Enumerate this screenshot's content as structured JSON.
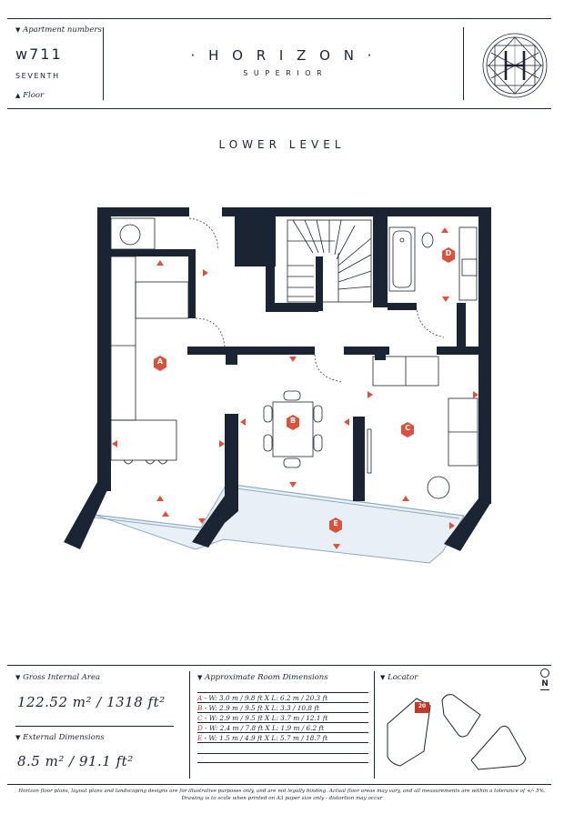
{
  "header": {
    "apartment_label": "Apartment numbers",
    "apartment_number": "w711",
    "floor_value": "SEVENTH",
    "floor_label": "Floor",
    "brand_name": "· H O R I Z O N ·",
    "brand_sub": "S U P E R I O R"
  },
  "plan": {
    "level_title": "LOWER LEVEL",
    "rooms": [
      "A",
      "B",
      "C",
      "D",
      "E"
    ],
    "accent_color": "#d9533c",
    "wall_color": "#1b2433"
  },
  "gross": {
    "label": "Gross Internal Area",
    "value": "122.52 m² / 1318 ft²"
  },
  "external": {
    "label": "External Dimensions",
    "value": "8.5 m² / 91.1 ft²"
  },
  "dimensions": {
    "label": "Approximate Room Dimensions",
    "rows": [
      {
        "letter": "A",
        "text": " - W: 3.0 m / 9.8 ft    X    L: 6.2 m / 20.3 ft"
      },
      {
        "letter": "B",
        "text": " - W: 2.9 m / 9.5 ft    X    L: 3.3 / 10.8 ft"
      },
      {
        "letter": "C",
        "text": " - W: 2.9 m / 9.5 ft    X    L: 3.7 m / 12.1 ft"
      },
      {
        "letter": "D",
        "text": " - W: 2.4 m / 7.8 ft    X    L: 1.9 m / 6.2 ft"
      },
      {
        "letter": "E",
        "text": " - W: 1.5 m / 4.9 ft    X    L: 5.7 m / 18.7 ft"
      }
    ]
  },
  "locator": {
    "label": "Locator",
    "building_number": "20",
    "north": "N"
  },
  "footer": {
    "line1": "Horizon floor plans, layout plans and landscaping designs are for illustrative purposes only, and are not legally binding. Actual floor areas may vary, and all measurements are within a tolerance of +/- 5%.",
    "line2": "Drawing is to scale when printed on A3 paper size only - distortion may occur"
  }
}
